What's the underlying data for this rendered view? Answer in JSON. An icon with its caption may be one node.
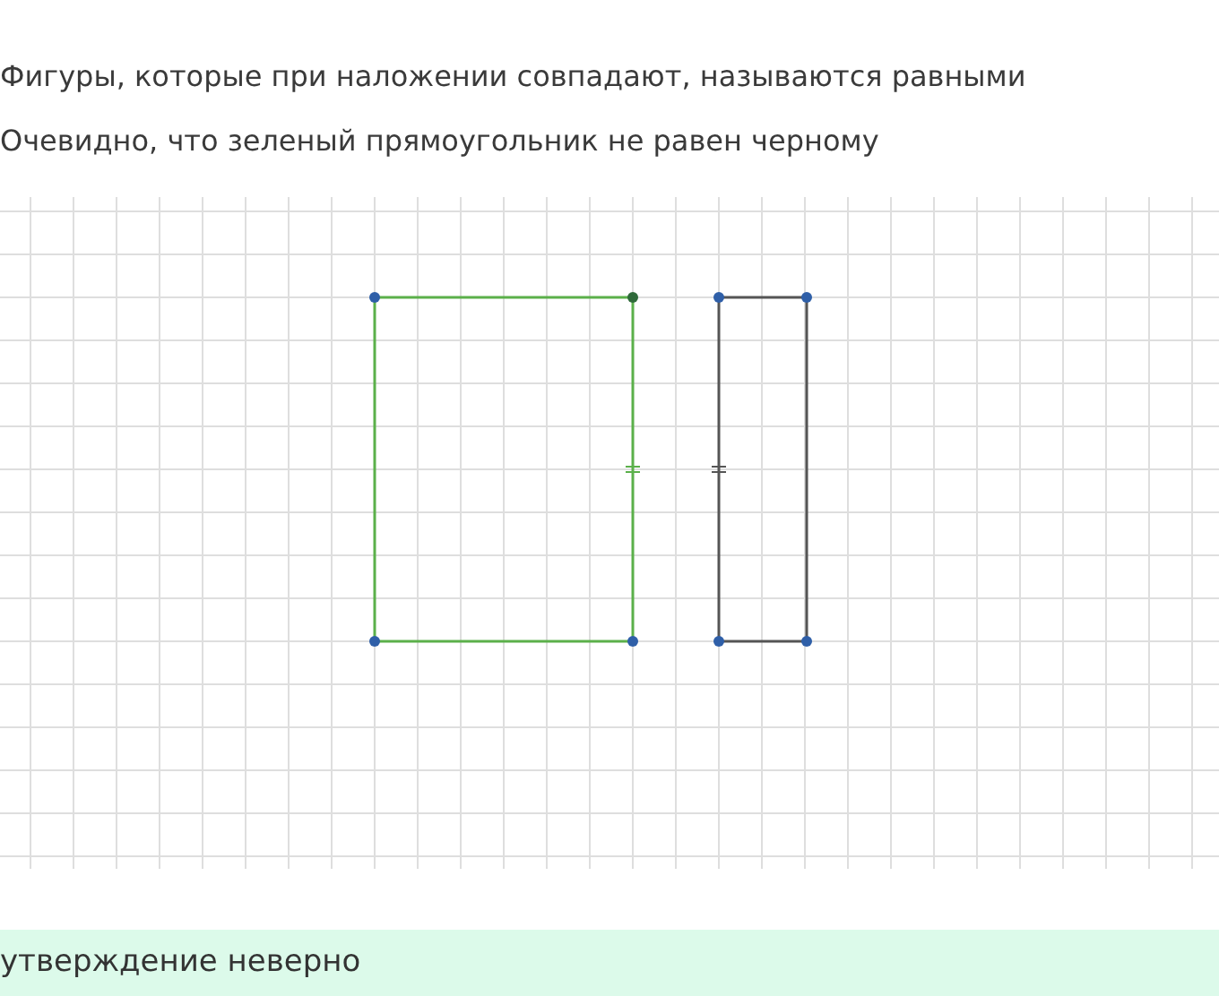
{
  "diagram": {
    "nodes": [
      {
        "text": [
          "утверждение неверно"
        ]
      }
    ],
    "labels": [
      "Фигуры, которые при наложении совпадают, называются равными",
      "Очевидно, что зеленый прямоугольник не равен черному"
    ]
  }
}
